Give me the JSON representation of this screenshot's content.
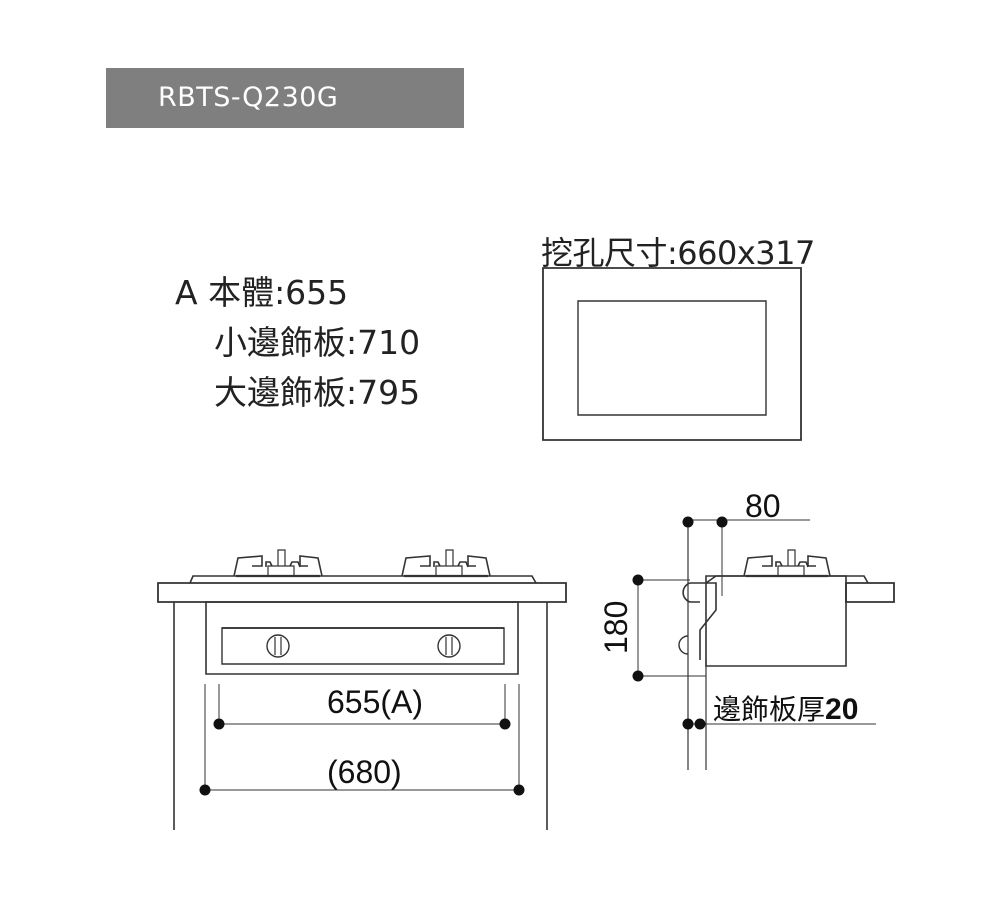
{
  "model": "RBTS-Q230G",
  "specs": {
    "body": "A 本體:655",
    "small_trim": "小邊飾板:710",
    "large_trim": "大邊飾板:795"
  },
  "cutout": {
    "label": "挖孔尺寸:660x317"
  },
  "dimensions": {
    "inner_width": "655(A)",
    "outer_width": "(680)",
    "depth_offset": "80",
    "height": "180",
    "trim_thickness_label": "邊飾板厚",
    "trim_thickness_value": "20"
  },
  "colors": {
    "header_bg": "#7f7f7f",
    "line": "#333333",
    "text": "#222222"
  }
}
